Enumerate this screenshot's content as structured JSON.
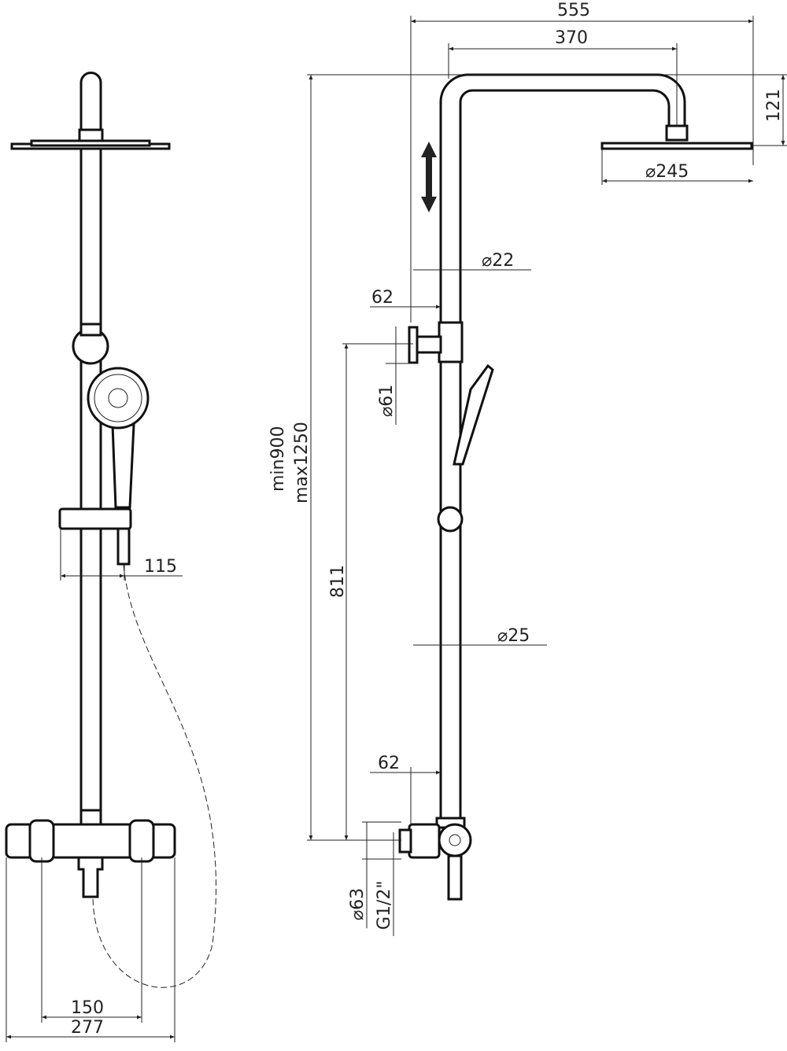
{
  "dimensions": {
    "total_width": "555",
    "arm_length": "370",
    "head_drop": "121",
    "head_diameter": "⌀245",
    "upper_pipe_diameter": "⌀22",
    "holder_offset_top": "62",
    "diverter_diameter": "⌀61",
    "rail_height": "811",
    "height_min": "min900",
    "height_max": "max1250",
    "lower_pipe_diameter": "⌀25",
    "outlet_offset_bottom": "62",
    "mixer_diameter": "⌀63",
    "connection_thread": "G1/2\"",
    "hand_shower_offset": "115",
    "inlet_spacing": "150",
    "mixer_width": "277"
  }
}
